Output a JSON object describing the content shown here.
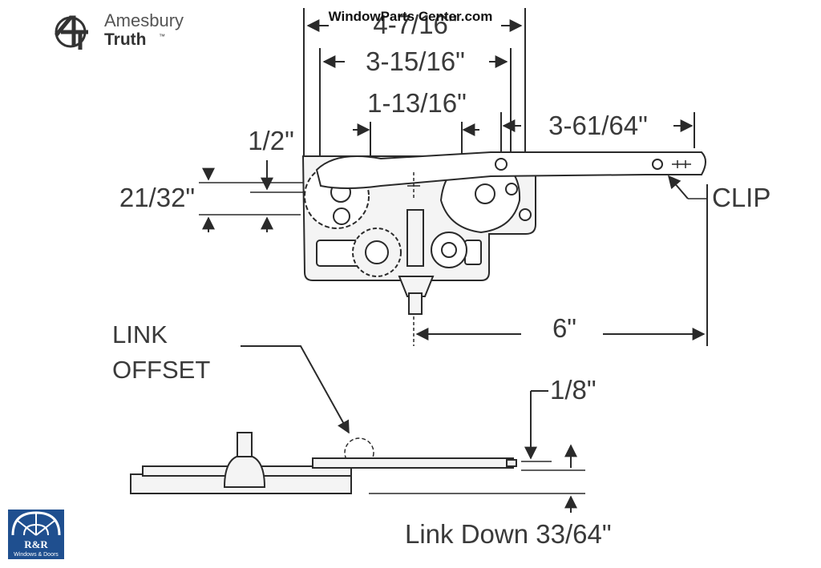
{
  "watermark": "WindowParts Center.com",
  "brand": {
    "line1": "Amesbury",
    "line2": "Truth",
    "tm": "™"
  },
  "dimensions": {
    "overall_width": "4-7/16\"",
    "inner_width": "3-15/16\"",
    "gear_spacing": "1-13/16\"",
    "arm_extension": "3-61/64\"",
    "gear_offset": "1/2\"",
    "height_offset": "21/32\"",
    "arm_length": "6\"",
    "link_thickness": "1/8\""
  },
  "labels": {
    "clip": "CLIP",
    "link_offset_line1": "LINK",
    "link_offset_line2": "OFFSET",
    "link_down": "Link Down 33/64\""
  },
  "dealer_logo": {
    "initials": "R&R",
    "tagline": "Windows & Doors",
    "color": "#1f4f8f"
  }
}
